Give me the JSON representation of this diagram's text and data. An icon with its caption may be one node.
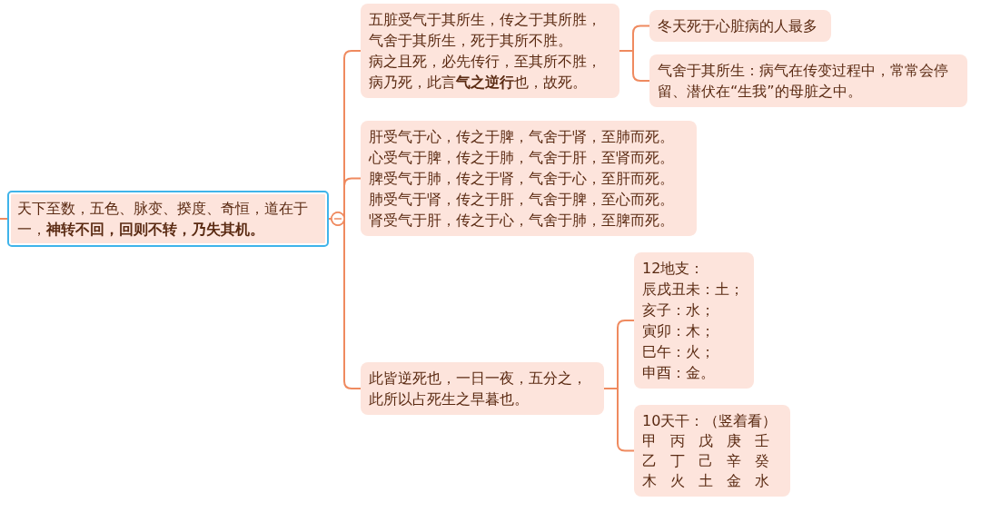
{
  "diagram": {
    "nodes": [
      {
        "text": [
          "天下至数，五色、脉变、揆度、奇恒，道在于一，**神转不回，回则不转，乃失其机。**"
        ]
      },
      {
        "text": [
          "五脏受气于其所生，传之于其所胜，气舍于其所生，死于其所不胜。",
          "病之且死，必先传行，至其所不胜，病乃死，此言**气之逆行**也，故死。"
        ]
      },
      {
        "text": [
          "肝受气于心，传之于脾，气舍于肾，至肺而死。",
          "心受气于脾，传之于肺，气舍于肝，至肾而死。",
          "脾受气于肺，传之于肾，气舍于心，至肝而死。",
          "肺受气于肾，传之于肝，气舍于脾，至心而死。",
          "肾受气于肝，传之于心，气舍于肺，至脾而死。"
        ]
      },
      {
        "text": [
          "此皆逆死也，一日一夜，五分之，此所以占死生之早暮也。"
        ]
      },
      {
        "text": [
          "冬天死于心脏病的人最多"
        ]
      },
      {
        "text": [
          "气舍于其所生：病气在传变过程中，常常会停留、潜伏在“生我”的母脏之中。"
        ]
      },
      {
        "text": [
          "12地支：",
          "辰戌丑未：土；",
          "亥子：水；",
          "寅卯：木；",
          "巳午：火；",
          "申酉：金。"
        ]
      },
      {
        "text": [
          "10天干：（竖着看）",
          "甲 丙 戊 庚 壬",
          "乙 丁 己 辛 癸",
          "木 火 土 金 水"
        ]
      }
    ],
    "edges": [
      {
        "from": null,
        "to": 0,
        "arrow": "none"
      },
      {
        "from": 0,
        "to": 1,
        "arrow": "other"
      },
      {
        "from": 0,
        "to": 2,
        "arrow": "other"
      },
      {
        "from": 0,
        "to": 3,
        "arrow": "other"
      },
      {
        "from": 1,
        "to": 4,
        "arrow": "none"
      },
      {
        "from": 1,
        "to": 5,
        "arrow": "none"
      },
      {
        "from": 3,
        "to": 6,
        "arrow": "none"
      },
      {
        "from": 3,
        "to": 7,
        "arrow": "none"
      }
    ]
  }
}
